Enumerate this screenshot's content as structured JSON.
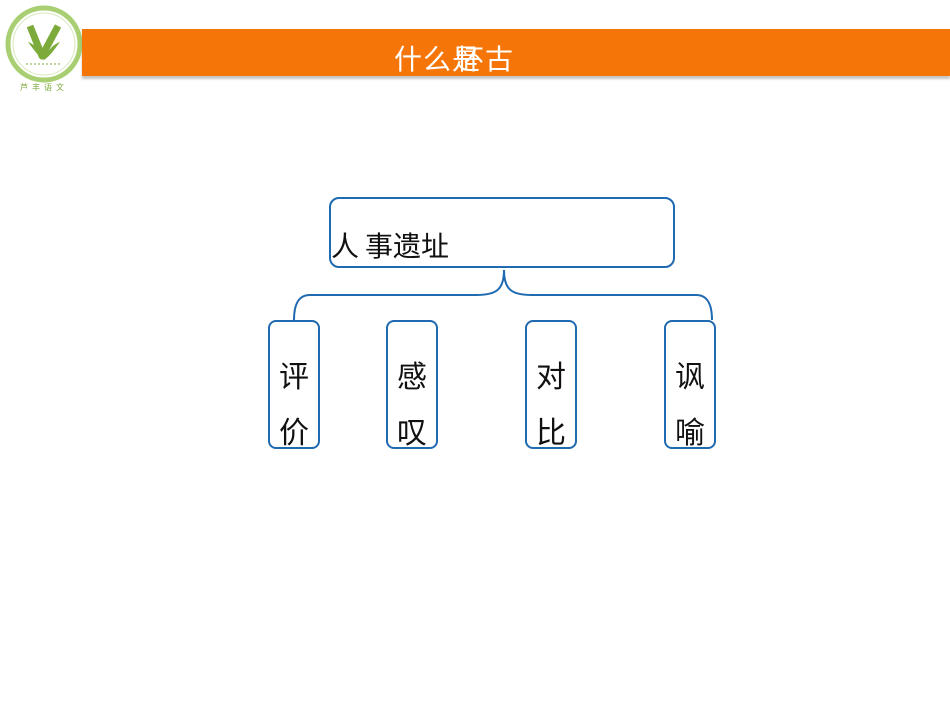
{
  "logo": {
    "caption": "芦丰语文",
    "colors": {
      "ring": "#8dbf4e",
      "leaf": "#7cab3c"
    }
  },
  "title": {
    "text": "什么是怀古",
    "overlap_part1": "什么是",
    "overlap_part2": "怀古",
    "bg_color": "#f57508"
  },
  "diagram": {
    "root": {
      "label": "人事遗址",
      "layer1": "人",
      "layer2": "事",
      "layer3": "遗址"
    },
    "children": [
      {
        "line1": "评",
        "line2": "价"
      },
      {
        "line1": "感",
        "line2": "叹"
      },
      {
        "line1": "对",
        "line2": "比"
      },
      {
        "line1": "讽",
        "line2": "喻"
      }
    ],
    "border_color": "#1f6ab0"
  }
}
